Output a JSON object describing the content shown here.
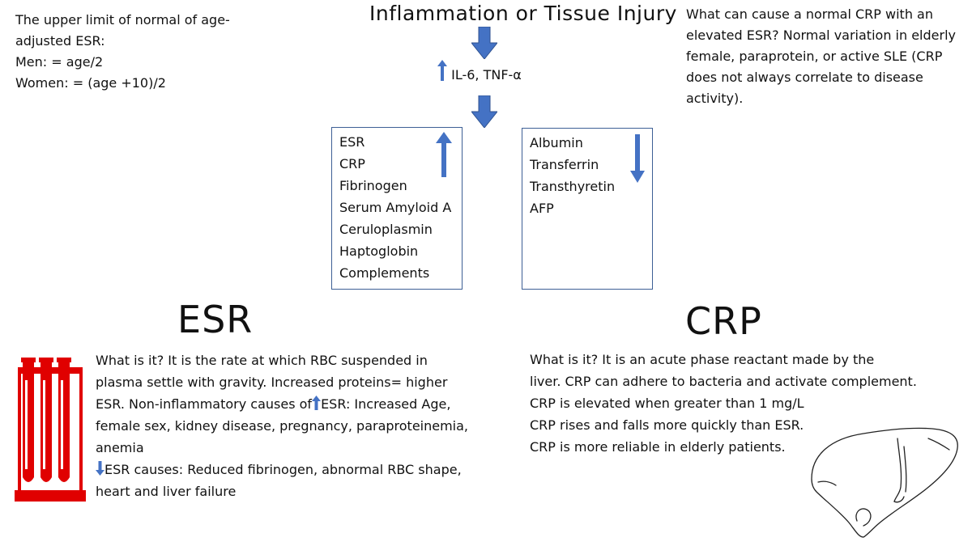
{
  "colors": {
    "arrow": "#4472c4",
    "tubes": "#e00000",
    "box_border": "#3d5f95",
    "liver_stroke": "#222222"
  },
  "header": {
    "title": "Inflammation or Tissue Injury",
    "mediators": "IL-6, TNF-α"
  },
  "esr_limit_note": [
    "The upper limit of normal of age-",
    "adjusted ESR:",
    "Men: = age/2",
    "Women: = (age +10)/2"
  ],
  "crp_normal_note": [
    "What can cause a normal CRP with an",
    "elevated ESR? Normal variation in elderly",
    "female, paraprotein, or active SLE (CRP",
    "does not always correlate to disease",
    "activity)."
  ],
  "increased_box": {
    "items": [
      "ESR",
      "CRP",
      "Fibrinogen",
      "Serum Amyloid A",
      "Ceruloplasmin",
      "Haptoglobin",
      "Complements"
    ],
    "direction_icon": "up-arrow-icon"
  },
  "decreased_box": {
    "items": [
      "Albumin",
      "Transferrin",
      "Transthyretin",
      "AFP"
    ],
    "direction_icon": "down-arrow-icon"
  },
  "esr": {
    "heading": "ESR",
    "lines": [
      "What is it? It is the rate at which RBC suspended in",
      "plasma settle with gravity. Increased proteins= higher",
      "ESR. Non-inflammatory causes of",
      "ESR: Increased Age,",
      "female sex, kidney disease, pregnancy, paraproteinemia,",
      "anemia",
      "ESR causes: Reduced fibrinogen, abnormal RBC shape,",
      "heart and liver failure"
    ],
    "icon": "test-tube-rack-icon"
  },
  "crp": {
    "heading": "CRP",
    "lines": [
      "What is it? It is an acute phase reactant made by the",
      "liver. CRP can adhere to bacteria and activate complement.",
      "CRP is elevated when greater than 1 mg/L",
      "CRP rises and falls more quickly than ESR.",
      "CRP is more reliable in elderly patients."
    ],
    "icon": "liver-icon"
  }
}
